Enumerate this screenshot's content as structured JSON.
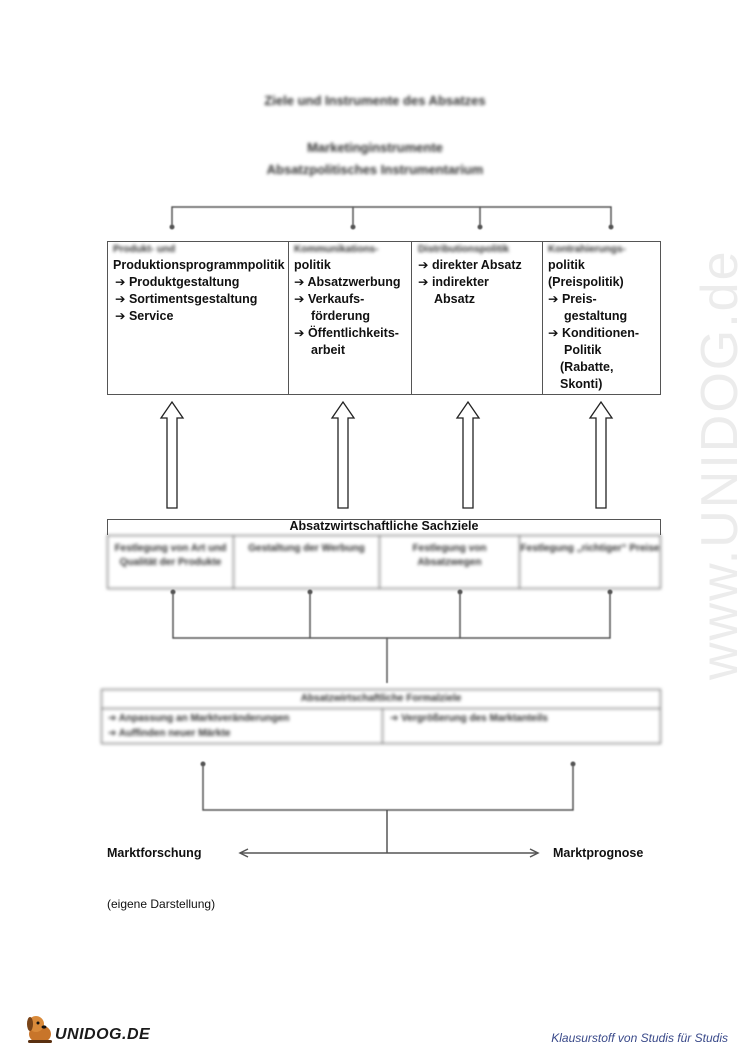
{
  "header": {
    "title": "Ziele und Instrumente des Absatzes",
    "subtitle_1": "Marketinginstrumente",
    "subtitle_2": "Absatzpolitisches Instrumentarium"
  },
  "instruments": [
    {
      "heading": "Produkt- und",
      "lines": [
        "Produktionsprogrammpolitik",
        "➔ Produktgestaltung",
        "➔ Sortimentsgestaltung",
        "➔ Service"
      ]
    },
    {
      "heading": "Kommunikations-",
      "lines": [
        "politik",
        "➔ Absatzwerbung",
        "➔ Verkaufs-",
        "förderung",
        "➔ Öffentlichkeits-",
        "arbeit"
      ]
    },
    {
      "heading": "Distributionspolitik",
      "lines": [
        "➔ direkter Absatz",
        "➔ indirekter",
        "Absatz"
      ]
    },
    {
      "heading": "Kontrahierungs-",
      "lines": [
        "politik",
        "(Preispolitik)",
        "➔ Preis-",
        "gestaltung",
        "➔ Konditionen-",
        "Politik",
        "(Rabatte,",
        "Skonti)"
      ]
    }
  ],
  "sachziele": {
    "heading": "Absatzwirtschaftliche Sachziele",
    "cells": [
      "Festlegung von Art und Qualität der Produkte",
      "Gestaltung der Werbung",
      "Festlegung von Absatzwegen",
      "Festlegung „richtiger“ Preise"
    ]
  },
  "formalziele": {
    "heading": "Absatzwirtschaftliche Formalziele",
    "left": [
      "➔ Anpassung an Marktveränderungen",
      "➔ Auffinden neuer Märkte"
    ],
    "right": [
      "➔ Vergrößerung des Marktanteils"
    ]
  },
  "bottom": {
    "left_label": "Marktforschung",
    "right_label": "Marktprognose",
    "source_note": "(eigene Darstellung)"
  },
  "footer": {
    "logo_text": "UNIDOG.DE",
    "tagline": "Klausurstoff  von  Studis  für  Studis",
    "watermark": "www.UNIDOG.de"
  },
  "colors": {
    "tagline": "#3a4a8a",
    "watermark": "#ececec"
  }
}
